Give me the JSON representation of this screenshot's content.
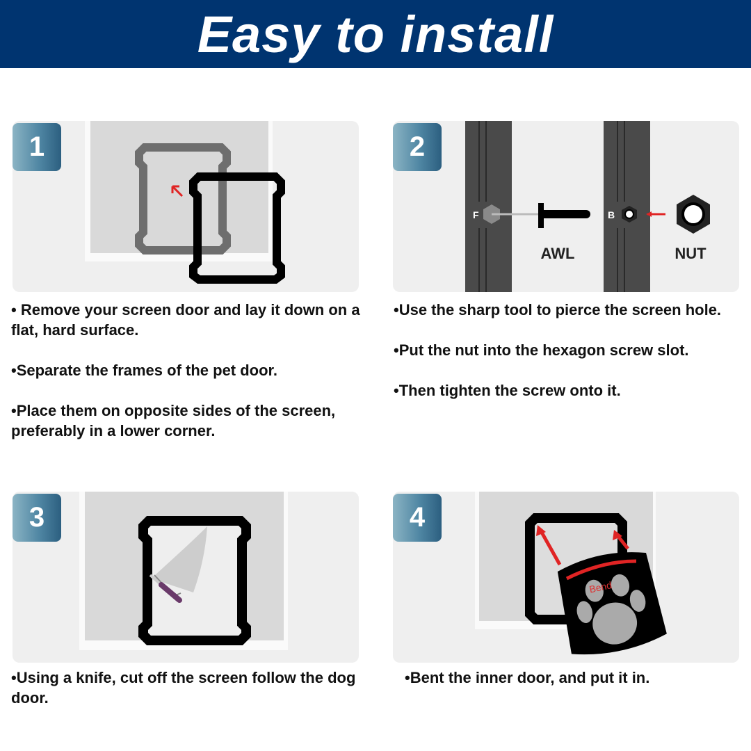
{
  "header": {
    "title": "Easy to install"
  },
  "colors": {
    "header_bg": "#003470",
    "arrow_red": "#e02424"
  },
  "steps": [
    {
      "number": "1",
      "lines": [
        "• Remove your screen door and lay it down on a flat, hard surface.",
        "•Separate the frames of the pet door.",
        "•Place them on opposite sides of the screen, preferably in a lower corner."
      ]
    },
    {
      "number": "2",
      "labels": {
        "front": "F",
        "back": "B",
        "awl": "AWL",
        "nut": "NUT"
      },
      "lines": [
        "•Use the sharp tool to pierce the screen hole.",
        "•Put the nut into the hexagon screw slot.",
        "•Then tighten the screw onto it."
      ]
    },
    {
      "number": "3",
      "lines": [
        "•Using a knife, cut off the screen follow the dog door."
      ]
    },
    {
      "number": "4",
      "labels": {
        "bend": "Bend"
      },
      "lines": [
        "•Bent the inner door, and put it in."
      ]
    }
  ]
}
